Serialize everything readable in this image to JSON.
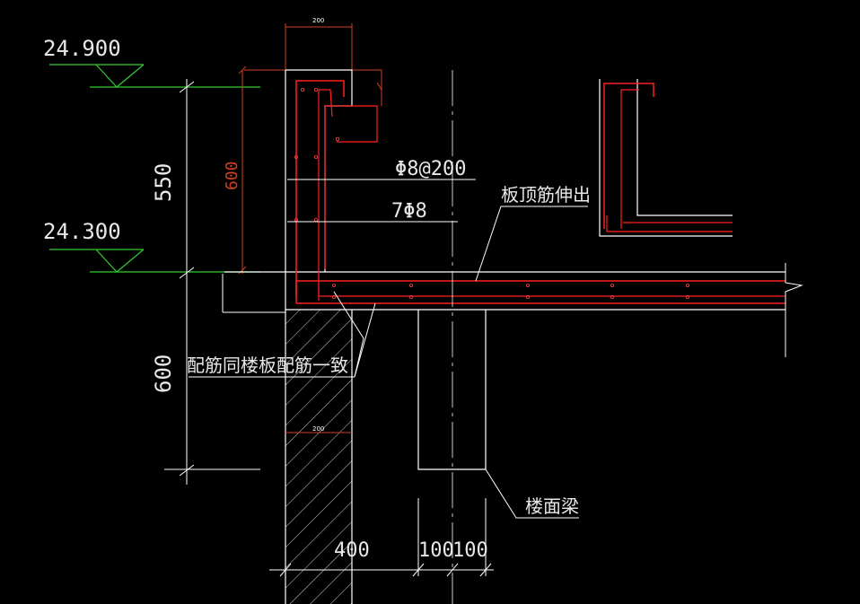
{
  "colors": {
    "background": "#000000",
    "line": "#ffffff",
    "rebar": "#ff2020",
    "elevation": "#33cc33",
    "dimension_red": "#d04020",
    "concrete_outline": "#ffffff"
  },
  "elevations": {
    "top": "24.900",
    "lower": "24.300"
  },
  "dimensions": {
    "vertical_550": "550",
    "vertical_600_red": "600",
    "vertical_600_lower": "600",
    "top_width": "200",
    "wall_width": "200",
    "bottom_400": "400",
    "bottom_100_a": "100",
    "bottom_100_b": "100"
  },
  "annotations": {
    "stirrup": "Φ8@200",
    "longitudinal": "7Φ8",
    "slab_top_rebar": "板顶筋伸出",
    "rebar_same_as_slab": "配筋同楼板配筋一致",
    "floor_beam": "楼面梁"
  }
}
